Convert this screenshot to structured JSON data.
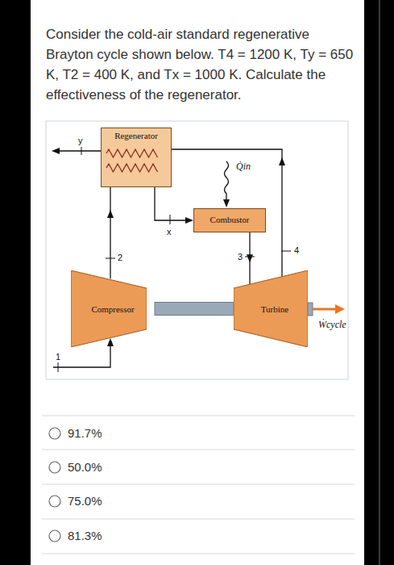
{
  "diagram": {
    "title": "Consider the cold-air standard regenerative Brayton cycle shown below. T4 = 1200 K, Ty = 650 K, T2 = 400 K, and Tx = 1000 K. Calculate the effectiveness of the regenerator.",
    "nodes": [
      {
        "text": [
          "Regenerator"
        ]
      },
      {
        "text": [
          "Combustor"
        ]
      },
      {
        "text": [
          "Compressor"
        ]
      },
      {
        "text": [
          "Turbine"
        ]
      }
    ],
    "edges": [
      {
        "from": 2,
        "to": 0,
        "arrow": "to"
      },
      {
        "from": 0,
        "to": 1,
        "arrow": "to"
      },
      {
        "from": 1,
        "to": 3,
        "arrow": "to"
      },
      {
        "from": 3,
        "to": 0,
        "arrow": "to"
      },
      {
        "from": 2,
        "to": 3,
        "arrow": "none"
      }
    ],
    "labels": [
      "y",
      "x",
      "2",
      "3",
      "4",
      "1",
      "Q̇in",
      "Ẇcycle",
      "91.7%",
      "50.0%",
      "75.0%",
      "81.3%"
    ]
  }
}
